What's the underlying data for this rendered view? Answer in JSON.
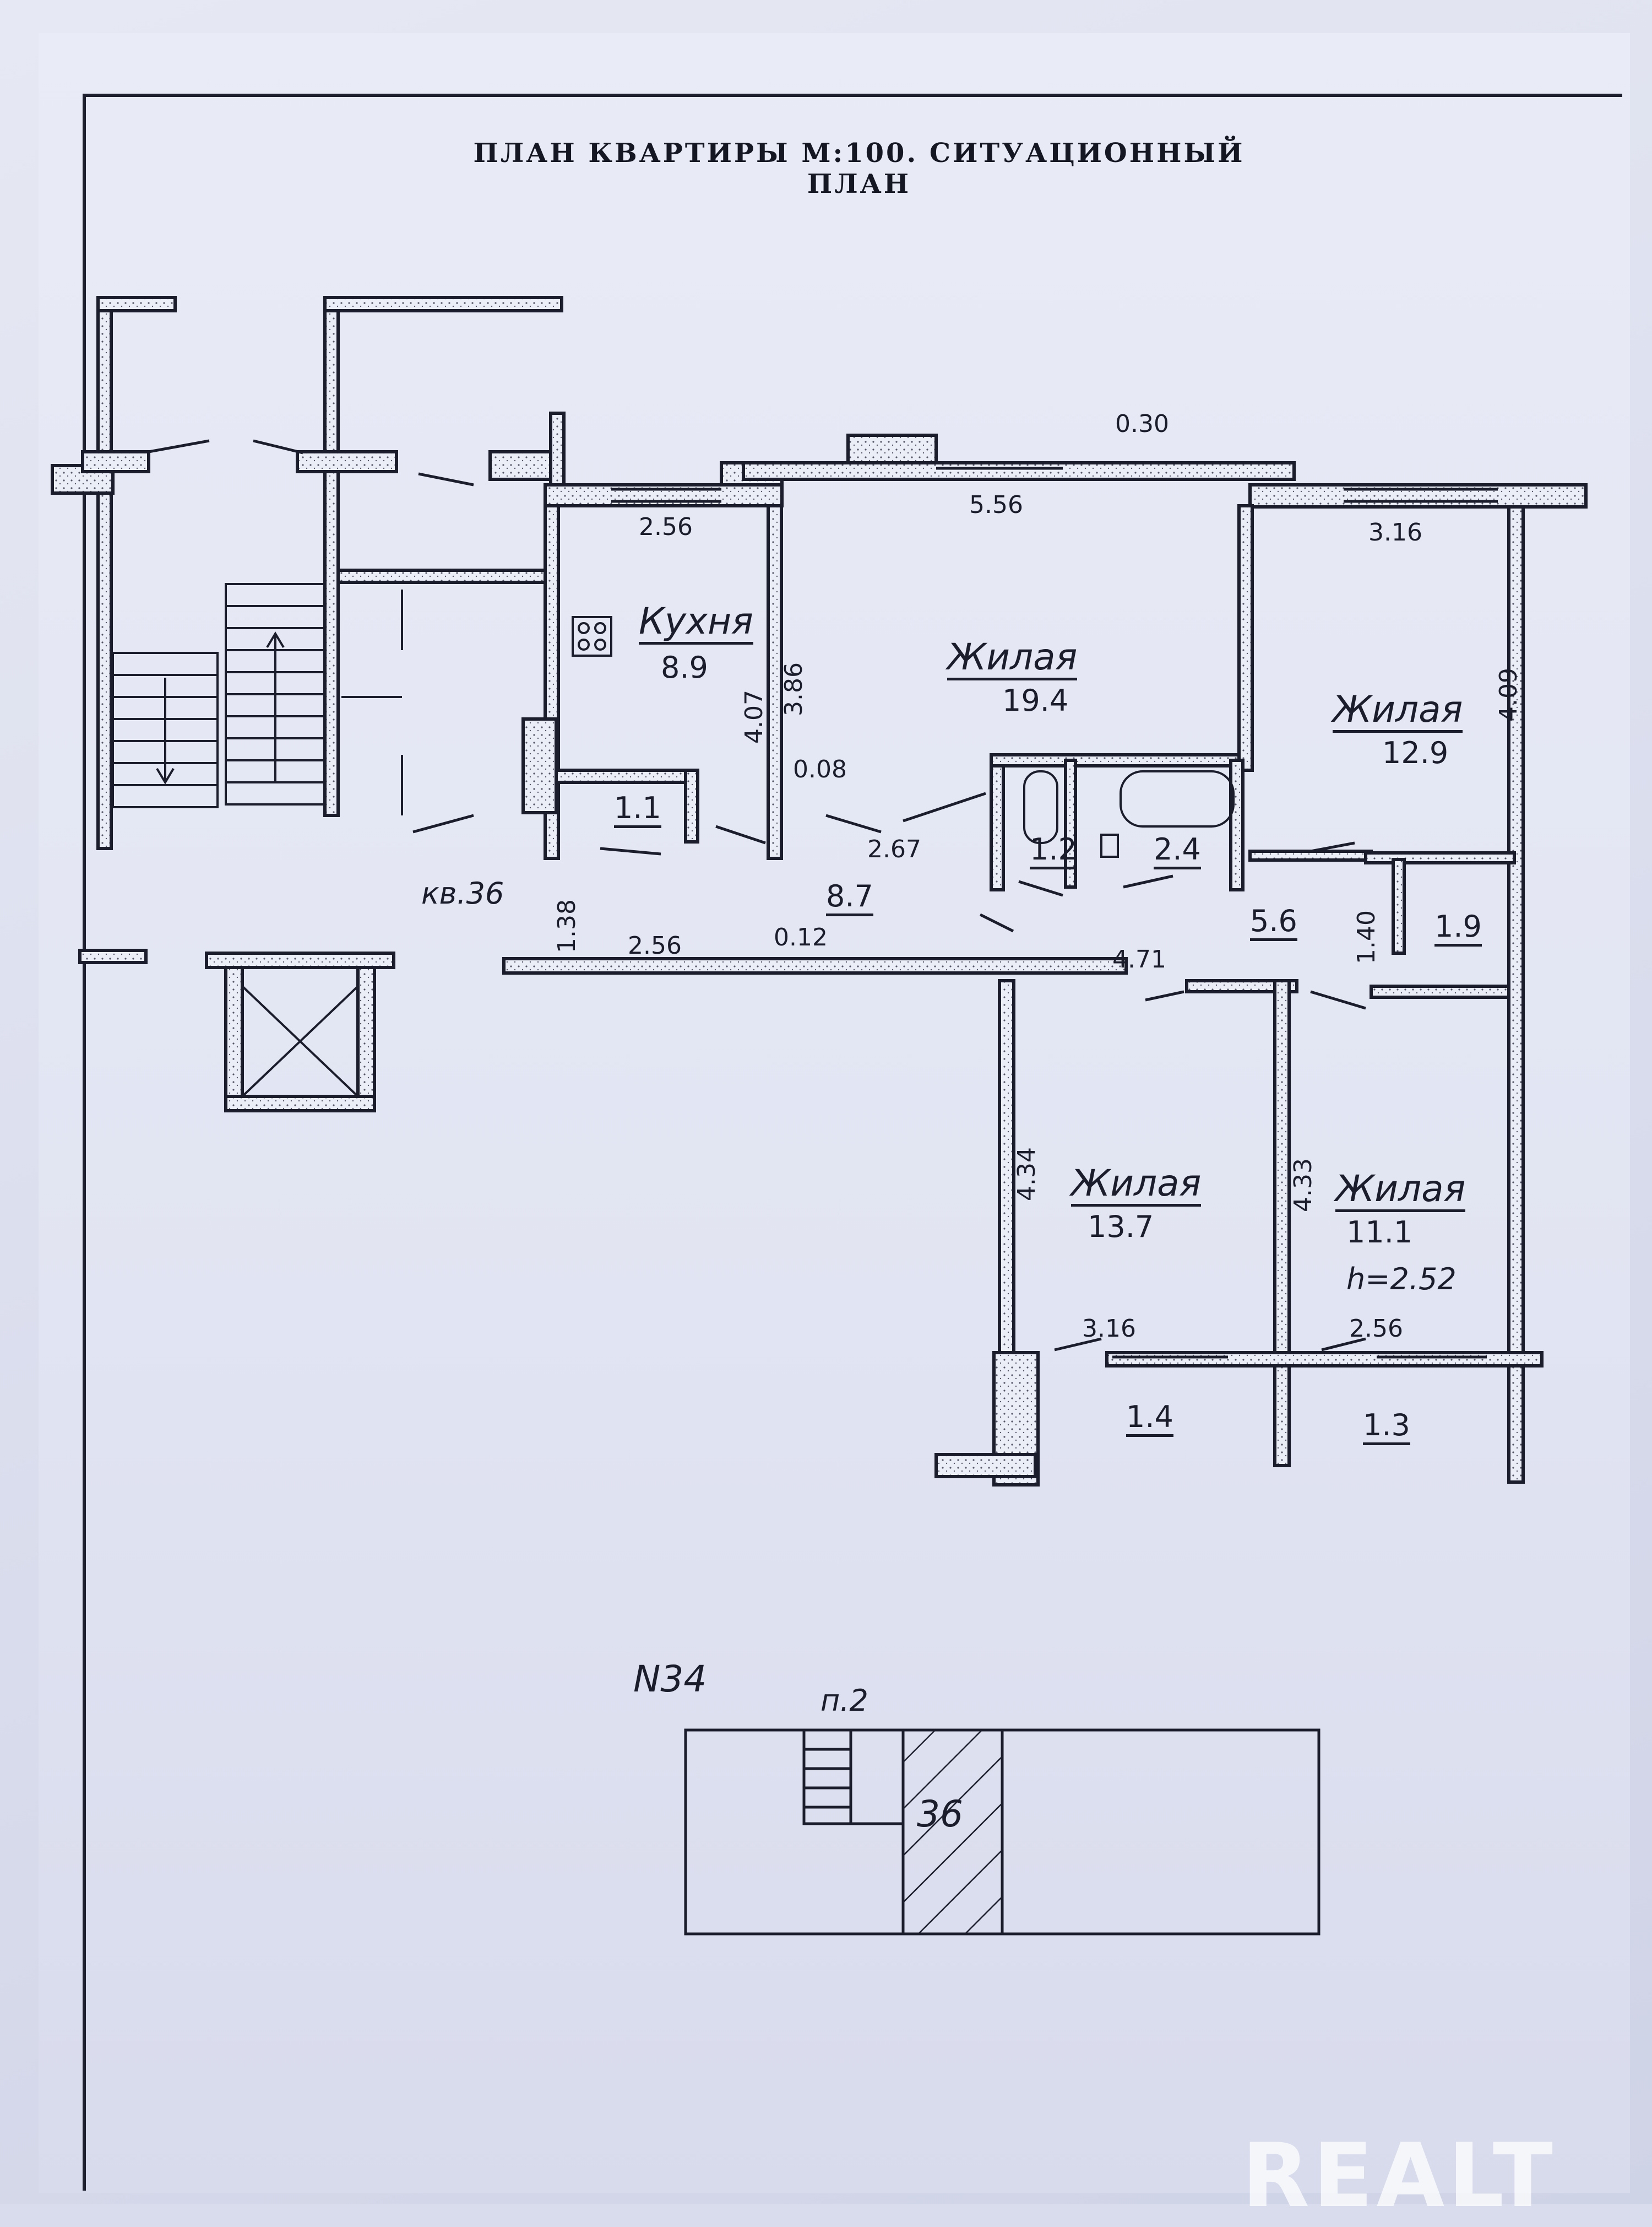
{
  "document": {
    "title": "ПЛАН КВАРТИРЫ М:100. СИТУАЦИОННЫЙ ПЛАН",
    "watermark": "REALT"
  },
  "rooms": {
    "kitchen": {
      "name": "Кухня",
      "area": "8.9"
    },
    "living_main": {
      "name": "Жилая",
      "area": "19.4"
    },
    "living_ne": {
      "name": "Жилая",
      "area": "12.9"
    },
    "living_sw": {
      "name": "Жилая",
      "area": "13.7"
    },
    "living_se": {
      "name": "Жилая",
      "area": "11.1",
      "height": "h=2.52"
    },
    "pantry": {
      "area": "1.1"
    },
    "wc": {
      "area": "1.2"
    },
    "bath": {
      "area": "2.4"
    },
    "hall": {
      "area": "8.7"
    },
    "corridor": {
      "area": "5.6"
    },
    "closet": {
      "area": "1.9"
    },
    "balcony_left": {
      "area": "1.4"
    },
    "balcony_right": {
      "area": "1.3"
    }
  },
  "dimensions": {
    "top_wall": "0.30",
    "main_width": "5.56",
    "kitchen_width": "2.56",
    "ne_width": "3.16",
    "kitchen_depth_a": "4.07",
    "kitchen_depth_b": "3.86",
    "ne_depth": "4.09",
    "partition": "0.08",
    "bath_front": "2.67",
    "hall_depth": "1.38",
    "hall_width": "2.56",
    "hall_partition": "0.12",
    "corridor_len": "4.71",
    "closet_depth": "1.40",
    "sw_depth": "4.34",
    "se_depth": "4.33",
    "sw_width": "3.16",
    "se_width": "2.56"
  },
  "apartment_label": "кв.36",
  "situation_plan": {
    "building_number": "N34",
    "entrance": "п.2",
    "apartment_number": "36"
  }
}
